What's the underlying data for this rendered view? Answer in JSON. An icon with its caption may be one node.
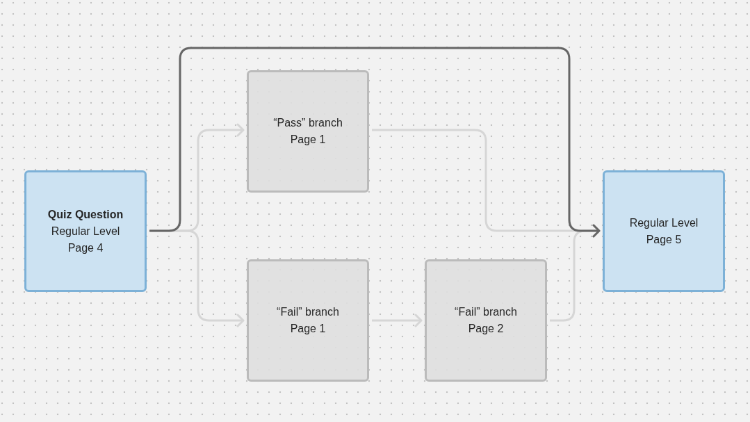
{
  "diagram": {
    "nodes": [
      {
        "text": [
          "Quiz Question",
          "Regular Level Page 4"
        ]
      },
      {
        "text": [
          "“Pass” branch Page 1"
        ]
      },
      {
        "text": [
          "“Fail” branch Page 1"
        ]
      },
      {
        "text": [
          "“Fail” branch Page 2"
        ]
      },
      {
        "text": [
          "Regular Level Page 5"
        ]
      }
    ],
    "edges": [
      {
        "from": 0,
        "to": 4,
        "arrow": "to",
        "color": "#666666"
      },
      {
        "from": 0,
        "to": 1,
        "arrow": "to"
      },
      {
        "from": 0,
        "to": 2,
        "arrow": "to"
      },
      {
        "from": 1,
        "to": 4,
        "arrow": "to"
      },
      {
        "from": 2,
        "to": 3,
        "arrow": "to"
      },
      {
        "from": 3,
        "to": 4,
        "arrow": "to"
      }
    ]
  }
}
